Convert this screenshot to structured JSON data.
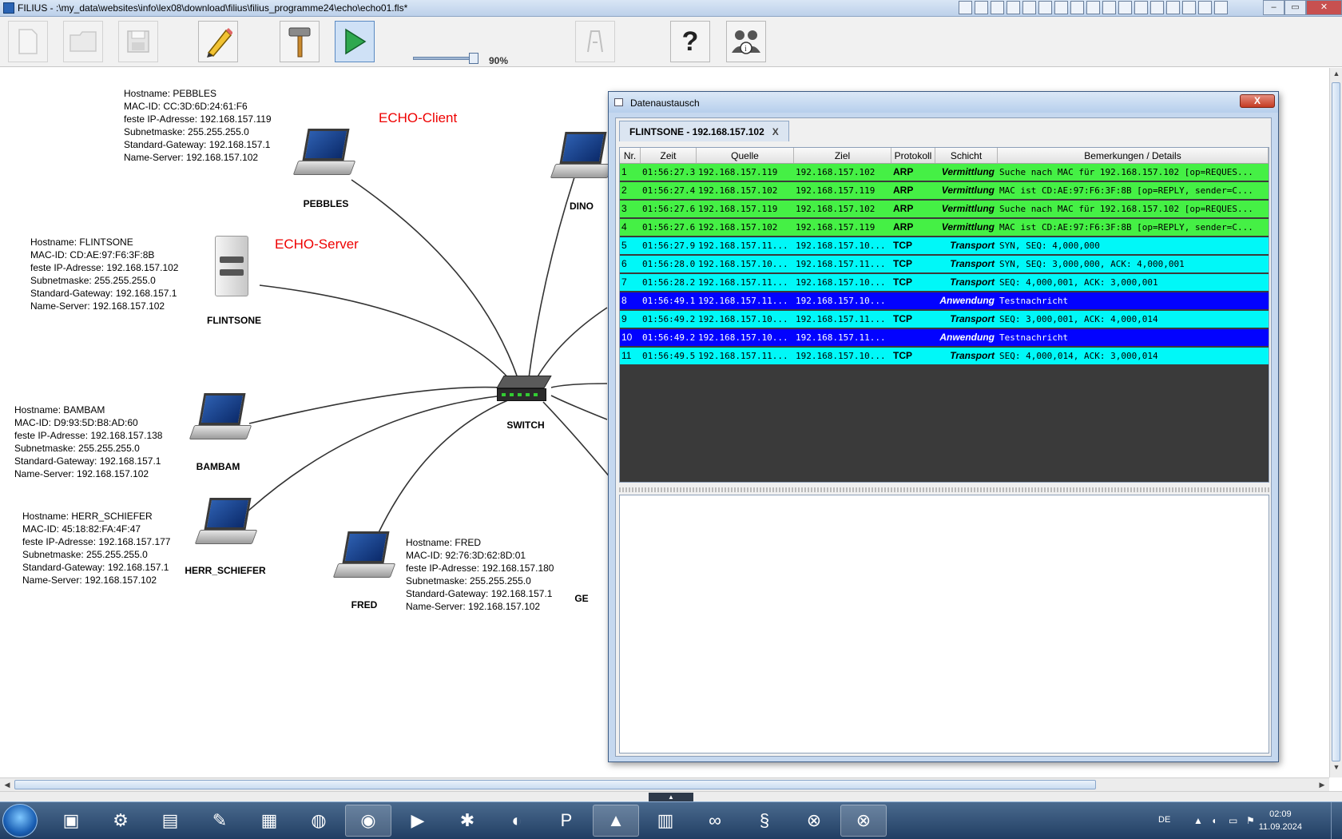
{
  "window": {
    "title": "FILIUS - :\\my_data\\websites\\info\\lex08\\download\\filius\\filius_programme24\\echo\\echo01.fls*",
    "minimize": "–",
    "maximize": "▭",
    "close": "✕"
  },
  "toolbar": {
    "zoom_label": "90%",
    "zoom_value": 0.9
  },
  "canvas": {
    "labels": {
      "echo_client": "ECHO-Client",
      "echo_server": "ECHO-Server"
    },
    "nodes": {
      "pebbles": {
        "name": "PEBBLES",
        "info": [
          "Hostname: PEBBLES",
          "MAC-ID: CC:3D:6D:24:61:F6",
          "feste IP-Adresse: 192.168.157.119",
          "Subnetmaske: 255.255.255.0",
          "Standard-Gateway: 192.168.157.1",
          "Name-Server: 192.168.157.102"
        ]
      },
      "flintsone": {
        "name": "FLINTSONE",
        "info": [
          "Hostname: FLINTSONE",
          "MAC-ID: CD:AE:97:F6:3F:8B",
          "feste IP-Adresse: 192.168.157.102",
          "Subnetmaske: 255.255.255.0",
          "Standard-Gateway: 192.168.157.1",
          "Name-Server: 192.168.157.102"
        ]
      },
      "bambam": {
        "name": "BAMBAM",
        "info": [
          "Hostname: BAMBAM",
          "MAC-ID: D9:93:5D:B8:AD:60",
          "feste IP-Adresse: 192.168.157.138",
          "Subnetmaske: 255.255.255.0",
          "Standard-Gateway: 192.168.157.1",
          "Name-Server: 192.168.157.102"
        ]
      },
      "herr_schiefer": {
        "name": "HERR_SCHIEFER",
        "info": [
          "Hostname: HERR_SCHIEFER",
          "MAC-ID: 45:18:82:FA:4F:47",
          "feste IP-Adresse: 192.168.157.177",
          "Subnetmaske: 255.255.255.0",
          "Standard-Gateway: 192.168.157.1",
          "Name-Server: 192.168.157.102"
        ]
      },
      "fred": {
        "name": "FRED",
        "info": [
          "Hostname: FRED",
          "MAC-ID: 92:76:3D:62:8D:01",
          "feste IP-Adresse: 192.168.157.180",
          "Subnetmaske: 255.255.255.0",
          "Standard-Gateway: 192.168.157.1",
          "Name-Server: 192.168.157.102"
        ]
      },
      "dino": {
        "name": "DINO"
      },
      "switch": {
        "name": "SWITCH"
      },
      "partial": {
        "name": "GE"
      }
    }
  },
  "dialog": {
    "title": "Datenaustausch",
    "close_label": "X",
    "tab": {
      "label": "FLINTSONE - 192.168.157.102",
      "close": "X"
    },
    "columns": [
      "Nr.",
      "Zeit",
      "Quelle",
      "Ziel",
      "Protokoll",
      "Schicht",
      "Bemerkungen / Details"
    ],
    "rows": [
      {
        "nr": "1",
        "zeit": "01:56:27.3...",
        "quelle": "192.168.157.119",
        "ziel": "192.168.157.102",
        "protokoll": "ARP",
        "schicht": "Vermittlung",
        "details": "Suche nach MAC für 192.168.157.102 [op=REQUES...",
        "kind": "arp"
      },
      {
        "nr": "2",
        "zeit": "01:56:27.4...",
        "quelle": "192.168.157.102",
        "ziel": "192.168.157.119",
        "protokoll": "ARP",
        "schicht": "Vermittlung",
        "details": "MAC ist CD:AE:97:F6:3F:8B [op=REPLY, sender=C...",
        "kind": "arp"
      },
      {
        "nr": "3",
        "zeit": "01:56:27.6...",
        "quelle": "192.168.157.119",
        "ziel": "192.168.157.102",
        "protokoll": "ARP",
        "schicht": "Vermittlung",
        "details": "Suche nach MAC für 192.168.157.102 [op=REQUES...",
        "kind": "arp"
      },
      {
        "nr": "4",
        "zeit": "01:56:27.6...",
        "quelle": "192.168.157.102",
        "ziel": "192.168.157.119",
        "protokoll": "ARP",
        "schicht": "Vermittlung",
        "details": "MAC ist CD:AE:97:F6:3F:8B [op=REPLY, sender=C...",
        "kind": "arp"
      },
      {
        "nr": "5",
        "zeit": "01:56:27.9...",
        "quelle": "192.168.157.11...",
        "ziel": "192.168.157.10...",
        "protokoll": "TCP",
        "schicht": "Transport",
        "details": "SYN, SEQ: 4,000,000",
        "kind": "tcp"
      },
      {
        "nr": "6",
        "zeit": "01:56:28.0...",
        "quelle": "192.168.157.10...",
        "ziel": "192.168.157.11...",
        "protokoll": "TCP",
        "schicht": "Transport",
        "details": "SYN, SEQ: 3,000,000, ACK: 4,000,001",
        "kind": "tcp"
      },
      {
        "nr": "7",
        "zeit": "01:56:28.2...",
        "quelle": "192.168.157.11...",
        "ziel": "192.168.157.10...",
        "protokoll": "TCP",
        "schicht": "Transport",
        "details": "SEQ: 4,000,001, ACK: 3,000,001",
        "kind": "tcp"
      },
      {
        "nr": "8",
        "zeit": "01:56:49.1...",
        "quelle": "192.168.157.11...",
        "ziel": "192.168.157.10...",
        "protokoll": "",
        "schicht": "Anwendung",
        "details": "Testnachricht",
        "kind": "app"
      },
      {
        "nr": "9",
        "zeit": "01:56:49.2...",
        "quelle": "192.168.157.10...",
        "ziel": "192.168.157.11...",
        "protokoll": "TCP",
        "schicht": "Transport",
        "details": "SEQ: 3,000,001, ACK: 4,000,014",
        "kind": "tcp"
      },
      {
        "nr": "10",
        "zeit": "01:56:49.2...",
        "quelle": "192.168.157.10...",
        "ziel": "192.168.157.11...",
        "protokoll": "",
        "schicht": "Anwendung",
        "details": "Testnachricht",
        "kind": "app"
      },
      {
        "nr": "11",
        "zeit": "01:56:49.5...",
        "quelle": "192.168.157.11...",
        "ziel": "192.168.157.10...",
        "protokoll": "TCP",
        "schicht": "Transport",
        "details": "SEQ: 4,000,014, ACK: 3,000,014",
        "kind": "tcp"
      }
    ]
  },
  "taskbar": {
    "lang": "DE",
    "time": "02:09",
    "date": "11.09.2024"
  },
  "colors": {
    "arp_row": "#45f045",
    "tcp_row": "#00f8f8",
    "app_row": "#0202ff",
    "echo_label": "#ee0000"
  }
}
